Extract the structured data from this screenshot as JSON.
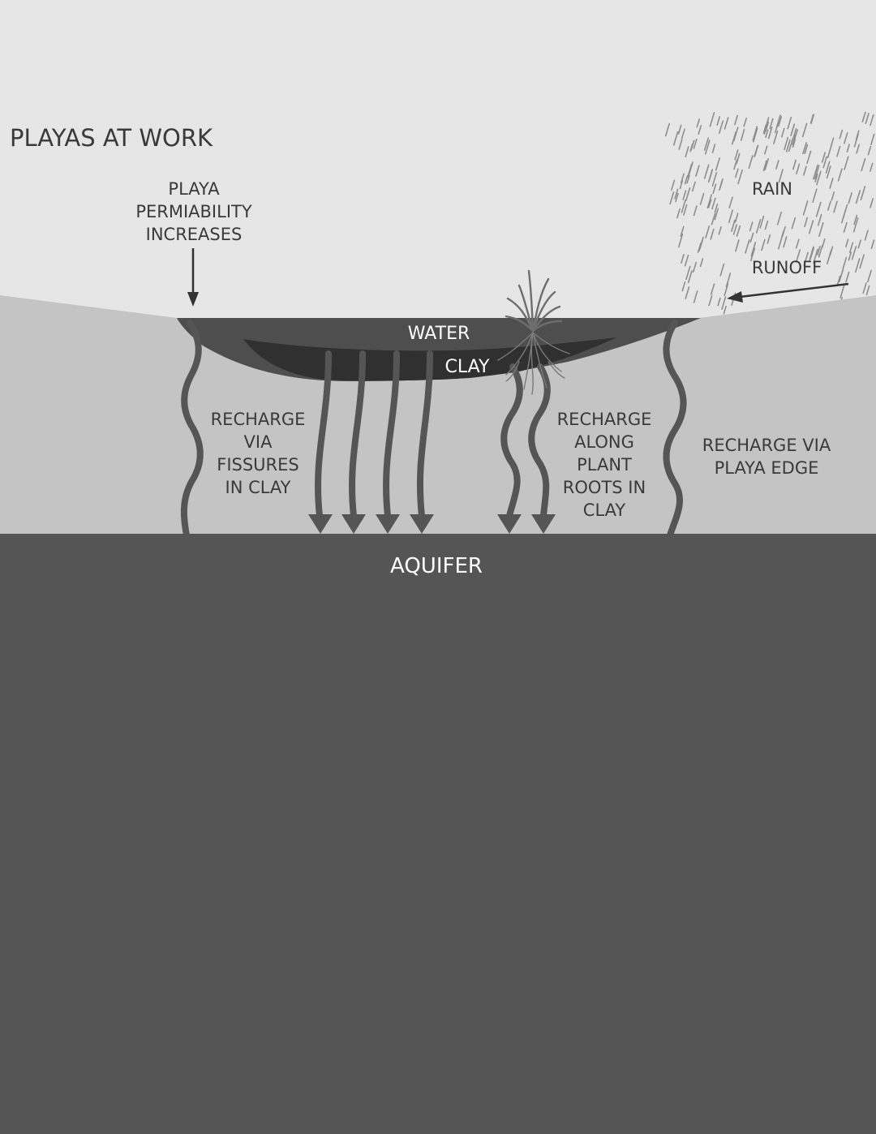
{
  "title": "PLAYAS AT WORK",
  "labels": {
    "permeability": [
      "PLAYA",
      "PERMIABILITY",
      "INCREASES"
    ],
    "rain": "RAIN",
    "runoff": "RUNOFF",
    "water": "WATER",
    "clay": "CLAY",
    "fissures": [
      "RECHARGE",
      "VIA",
      "FISSURES",
      "IN CLAY"
    ],
    "roots": [
      "RECHARGE",
      "ALONG",
      "PLANT",
      "ROOTS IN",
      "CLAY"
    ],
    "edge": [
      "RECHARGE VIA",
      "PLAYA EDGE"
    ],
    "aquifer": "AQUIFER"
  },
  "colors": {
    "sky": "#e6e6e6",
    "ground": "#c4c4c4",
    "water": "#4e4e4e",
    "clay": "#303030",
    "aquifer": "#555555",
    "arrow": "#555555",
    "rain": "#8e8e8e"
  },
  "icons": [
    "rain-streaks",
    "plant-icon",
    "down-arrow",
    "left-arrow"
  ]
}
